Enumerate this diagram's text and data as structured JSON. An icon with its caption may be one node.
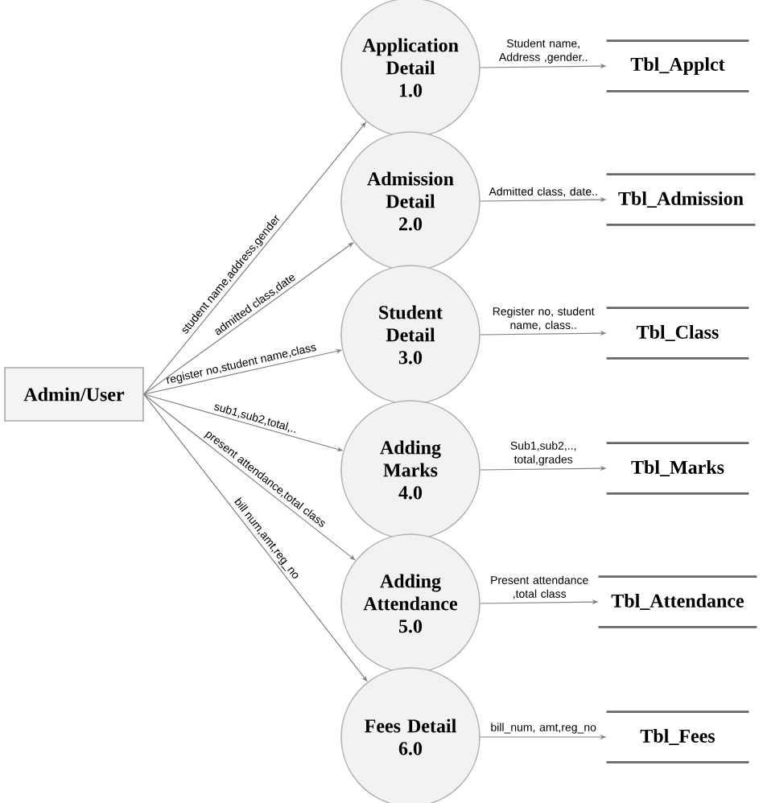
{
  "diagram": {
    "nodes": [
      {
        "text": [
          "Admin/User"
        ]
      },
      {
        "text": [
          "Application Detail",
          "1.0"
        ]
      },
      {
        "text": [
          "Admission Detail",
          "2.0"
        ]
      },
      {
        "text": [
          "Student Detail",
          "3.0"
        ]
      },
      {
        "text": [
          "Adding Marks",
          "4.0"
        ]
      },
      {
        "text": [
          "Adding Attendance",
          "5.0"
        ]
      },
      {
        "text": [
          "Fees Detail",
          "6.0"
        ]
      },
      {
        "text": [
          "Tbl_Applct"
        ]
      },
      {
        "text": [
          "Tbl_Admission"
        ]
      },
      {
        "text": [
          "Tbl_Class"
        ]
      },
      {
        "text": [
          "Tbl_Marks"
        ]
      },
      {
        "text": [
          "Tbl_Attendance"
        ]
      },
      {
        "text": [
          "Tbl_Fees"
        ]
      }
    ],
    "edges": [
      {
        "from": 0,
        "to": 1,
        "arrow": "to",
        "label": "student name,address,gender"
      },
      {
        "from": 0,
        "to": 2,
        "arrow": "to",
        "label": "admitted class,date"
      },
      {
        "from": 0,
        "to": 3,
        "arrow": "to",
        "label": "register no,student name,class"
      },
      {
        "from": 0,
        "to": 4,
        "arrow": "to",
        "label": "sub1,sub2,total,.."
      },
      {
        "from": 0,
        "to": 5,
        "arrow": "to",
        "label": "present attendance,total class"
      },
      {
        "from": 0,
        "to": 6,
        "arrow": "to",
        "label": "bill num,amt,reg_no"
      },
      {
        "from": 1,
        "to": 7,
        "arrow": "to",
        "label": "Student name, Address ,gender.."
      },
      {
        "from": 2,
        "to": 8,
        "arrow": "to",
        "label": "Admitted class, date.."
      },
      {
        "from": 3,
        "to": 9,
        "arrow": "to",
        "label": "Register no, student name, class.."
      },
      {
        "from": 4,
        "to": 10,
        "arrow": "to",
        "label": "Sub1,sub2,.., total,grades"
      },
      {
        "from": 5,
        "to": 11,
        "arrow": "to",
        "label": "Present attendance ,total class"
      },
      {
        "from": 6,
        "to": 12,
        "arrow": "to",
        "label": "bill_num, amt,reg_no"
      }
    ]
  }
}
